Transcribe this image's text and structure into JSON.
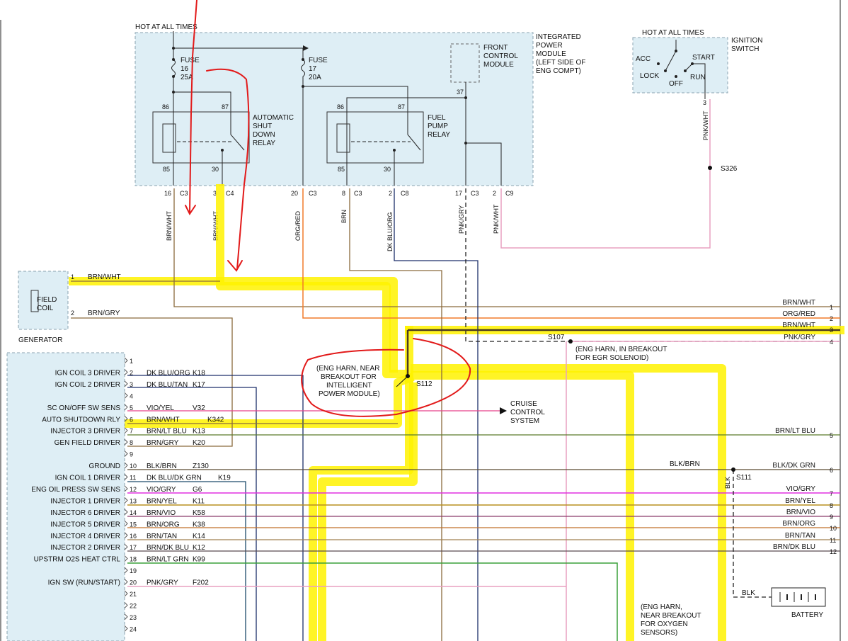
{
  "top_labels": {
    "hot_at_all_times": "HOT AT ALL TIMES",
    "hot_at_all_times_ign": "HOT AT ALL TIMES"
  },
  "ipm": {
    "name_lines": [
      "INTEGRATED",
      "POWER",
      "MODULE",
      "(LEFT SIDE OF",
      "ENG COMPT)"
    ],
    "fcm_lines": [
      "FRONT",
      "CONTROL",
      "MODULE"
    ],
    "fuse16_lines": [
      "FUSE",
      "16",
      "25A"
    ],
    "fuse17_lines": [
      "FUSE",
      "17",
      "20A"
    ],
    "asd_lines": [
      "AUTOMATIC",
      "SHUT",
      "DOWN",
      "RELAY"
    ],
    "fp_lines": [
      "FUEL",
      "PUMP",
      "RELAY"
    ],
    "pins": {
      "p86a": "86",
      "p87a": "87",
      "p85a": "85",
      "p30a": "30",
      "p86b": "86",
      "p87b": "87",
      "p85b": "85",
      "p30b": "30",
      "p37": "37"
    }
  },
  "ignition": {
    "title_lines": [
      "IGNITION",
      "SWITCH"
    ],
    "acc": "ACC",
    "lock": "LOCK",
    "off": "OFF",
    "start": "START",
    "run": "RUN",
    "pin": "3",
    "wire": "PNK/WHT",
    "splice": "S326"
  },
  "connectors": [
    {
      "num": "16",
      "conn": "C3",
      "wire": "BRN/WHT"
    },
    {
      "num": "3",
      "conn": "C4",
      "wire": "BRN/WHT"
    },
    {
      "num": "20",
      "conn": "C3",
      "wire": "ORG/RED"
    },
    {
      "num": "8",
      "conn": "C3",
      "wire": "BRN"
    },
    {
      "num": "2",
      "conn": "C8",
      "wire": "DK BLU/ORG"
    },
    {
      "num": "17",
      "conn": "C3",
      "wire": "PNK/GRY"
    },
    {
      "num": "2",
      "conn": "C9",
      "wire": "PNK/WHT"
    }
  ],
  "generator": {
    "label": "GENERATOR",
    "field_coil_lines": [
      "FIELD",
      "COIL"
    ],
    "pin1": "1",
    "wire1": "BRN/WHT",
    "pin2": "2",
    "wire2": "BRN/GRY"
  },
  "right_side": [
    {
      "wire": "BRN/WHT",
      "num": "1"
    },
    {
      "wire": "ORG/RED",
      "num": "2"
    },
    {
      "wire": "BRN/WHT",
      "num": "3"
    },
    {
      "wire": "PNK/GRY",
      "num": "4"
    },
    {
      "wire": "BRN/LT BLU",
      "num": "5"
    },
    {
      "wire": "BLK/DK GRN",
      "num": "6"
    },
    {
      "wire": "VIO/GRY",
      "num": "7"
    },
    {
      "wire": "BRN/YEL",
      "num": "8"
    },
    {
      "wire": "BRN/VIO",
      "num": "9"
    },
    {
      "wire": "BRN/ORG",
      "num": "10"
    },
    {
      "wire": "BRN/TAN",
      "num": "11"
    },
    {
      "wire": "BRN/DK BLU",
      "num": "12"
    }
  ],
  "splices": {
    "s107": "S107",
    "s107_note_lines": [
      "(ENG HARN, IN BREAKOUT",
      "FOR EGR SOLENOID)"
    ],
    "s112": "S112",
    "s112_note_lines": [
      "(ENG HARN, NEAR",
      "BREAKOUT FOR",
      "INTELLIGENT",
      "POWER MODULE)"
    ],
    "s111": "S111",
    "blk_brn": "BLK/BRN",
    "blk_vert": "BLK",
    "blk_batt": "BLK",
    "o2_note_lines": [
      "(ENG HARN,",
      "NEAR BREAKOUT",
      "FOR OXYGEN",
      "SENSORS)"
    ]
  },
  "cruise_lines": [
    "CRUISE",
    "CONTROL",
    "SYSTEM"
  ],
  "battery": "BATTERY",
  "pcm_pins": [
    {
      "pin": "1",
      "label": "",
      "wire": "",
      "circuit": ""
    },
    {
      "pin": "2",
      "label": "IGN COIL 3 DRIVER",
      "wire": "DK BLU/ORG",
      "circuit": "K18"
    },
    {
      "pin": "3",
      "label": "IGN COIL 2 DRIVER",
      "wire": "DK BLU/TAN",
      "circuit": "K17"
    },
    {
      "pin": "4",
      "label": "",
      "wire": "",
      "circuit": ""
    },
    {
      "pin": "5",
      "label": "SC ON/OFF SW SENS",
      "wire": "VIO/YEL",
      "circuit": "V32"
    },
    {
      "pin": "6",
      "label": "AUTO SHUTDOWN RLY",
      "wire": "BRN/WHT",
      "circuit": "K342"
    },
    {
      "pin": "7",
      "label": "INJECTOR 3 DRIVER",
      "wire": "BRN/LT BLU",
      "circuit": "K13"
    },
    {
      "pin": "8",
      "label": "GEN FIELD DRIVER",
      "wire": "BRN/GRY",
      "circuit": "K20"
    },
    {
      "pin": "9",
      "label": "",
      "wire": "",
      "circuit": ""
    },
    {
      "pin": "10",
      "label": "GROUND",
      "wire": "BLK/BRN",
      "circuit": "Z130"
    },
    {
      "pin": "11",
      "label": "IGN COIL 1 DRIVER",
      "wire": "DK BLU/DK GRN",
      "circuit": "K19"
    },
    {
      "pin": "12",
      "label": "ENG OIL PRESS SW SENS",
      "wire": "VIO/GRY",
      "circuit": "G6"
    },
    {
      "pin": "13",
      "label": "INJECTOR 1 DRIVER",
      "wire": "BRN/YEL",
      "circuit": "K11"
    },
    {
      "pin": "14",
      "label": "INJECTOR 6 DRIVER",
      "wire": "BRN/VIO",
      "circuit": "K58"
    },
    {
      "pin": "15",
      "label": "INJECTOR 5 DRIVER",
      "wire": "BRN/ORG",
      "circuit": "K38"
    },
    {
      "pin": "16",
      "label": "INJECTOR 4 DRIVER",
      "wire": "BRN/TAN",
      "circuit": "K14"
    },
    {
      "pin": "17",
      "label": "INJECTOR 2 DRIVER",
      "wire": "BRN/DK BLU",
      "circuit": "K12"
    },
    {
      "pin": "18",
      "label": "UPSTRM O2S HEAT CTRL",
      "wire": "BRN/LT GRN",
      "circuit": "K99"
    },
    {
      "pin": "19",
      "label": "",
      "wire": "",
      "circuit": ""
    },
    {
      "pin": "20",
      "label": "IGN SW (RUN/START)",
      "wire": "PNK/GRY",
      "circuit": "F202"
    },
    {
      "pin": "21",
      "label": "",
      "wire": "",
      "circuit": ""
    },
    {
      "pin": "22",
      "label": "",
      "wire": "",
      "circuit": ""
    },
    {
      "pin": "23",
      "label": "",
      "wire": "",
      "circuit": ""
    },
    {
      "pin": "24",
      "label": "",
      "wire": "",
      "circuit": ""
    }
  ],
  "wire_colors": {
    "brown": "#8a6a3c",
    "orange": "#f07a2a",
    "pink": "#e8a0c0",
    "magenta": "#e030e0",
    "green": "#3aa03a",
    "dkblue": "#1c2f6a",
    "highlight": "#fff200",
    "annotation": "#e21a1a"
  }
}
